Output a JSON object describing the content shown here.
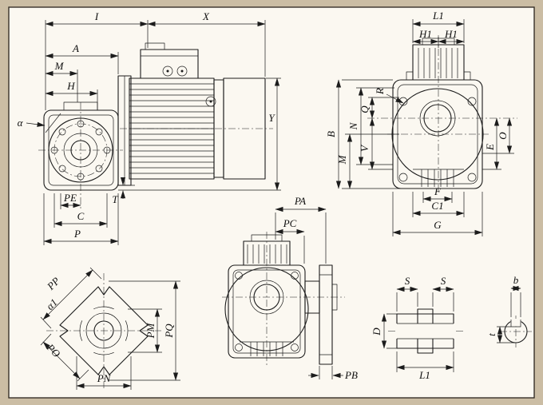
{
  "sheet": {
    "background": "#cbbda4",
    "paper": "#fbf8f1",
    "ink": "#1c1c1c"
  },
  "views": {
    "side": {
      "title": "gearmotor-side-view",
      "dims": {
        "I": "I",
        "X": "X",
        "A": "A",
        "M": "M",
        "H": "H",
        "alpha": "α",
        "Y": "Y",
        "PE": "PE",
        "T": "T",
        "C": "C",
        "P": "P"
      }
    },
    "front": {
      "title": "gearbox-front-view",
      "dims": {
        "L1": "L1",
        "H1a": "H1",
        "H1b": "H1",
        "R": "R",
        "B": "B",
        "N": "N",
        "Q": "Q",
        "M": "M",
        "V": "V",
        "E": "E",
        "O": "O",
        "F": "F",
        "C1": "C1",
        "G": "G"
      }
    },
    "flange": {
      "title": "output-flange-diamond-view",
      "dims": {
        "PP": "PP",
        "alpha1": "α1",
        "PO": "PO",
        "PM": "PM",
        "PQ": "PQ",
        "PN": "PN"
      }
    },
    "output": {
      "title": "gearbox-output-view",
      "dims": {
        "PA": "PA",
        "PC": "PC",
        "PB": "PB"
      }
    },
    "shaft": {
      "title": "hollow-shaft-and-key-detail",
      "dims": {
        "Sa": "S",
        "Sb": "S",
        "D": "D",
        "L1": "L1",
        "b": "b",
        "t": "t"
      }
    }
  }
}
